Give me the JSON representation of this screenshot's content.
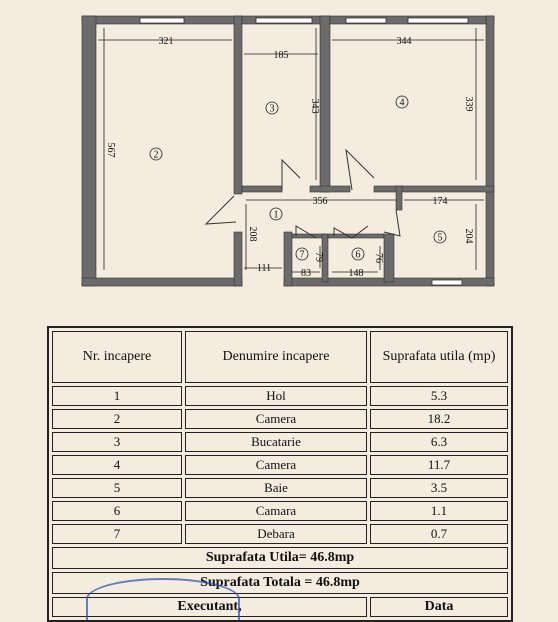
{
  "floor_plan": {
    "rooms": [
      {
        "number": "1"
      },
      {
        "number": "2"
      },
      {
        "number": "3"
      },
      {
        "number": "4"
      },
      {
        "number": "5"
      },
      {
        "number": "6"
      },
      {
        "number": "7"
      }
    ],
    "dimensions": [
      "321",
      "185",
      "344",
      "567",
      "343",
      "339",
      "356",
      "174",
      "208",
      "204",
      "111",
      "79",
      "83",
      "76",
      "148"
    ]
  },
  "table": {
    "headers": {
      "nr": "Nr. incapere",
      "name": "Denumire incapere",
      "area": "Suprafata utila (mp)"
    },
    "rows": [
      {
        "nr": "1",
        "name": "Hol",
        "area": "5.3"
      },
      {
        "nr": "2",
        "name": "Camera",
        "area": "18.2"
      },
      {
        "nr": "3",
        "name": "Bucatarie",
        "area": "6.3"
      },
      {
        "nr": "4",
        "name": "Camera",
        "area": "11.7"
      },
      {
        "nr": "5",
        "name": "Baie",
        "area": "3.5"
      },
      {
        "nr": "6",
        "name": "Camara",
        "area": "1.1"
      },
      {
        "nr": "7",
        "name": "Debara",
        "area": "0.7"
      }
    ],
    "useful_area": "Suprafata Utila= 46.8mp",
    "total_area": "Suprafata Totala = 46.8mp",
    "executant": "Executant,",
    "data_label": "Data"
  },
  "colors": {
    "wall": "#6b6b6b",
    "paper": "#f3ecdf",
    "stamp": "#2a4fb0"
  }
}
